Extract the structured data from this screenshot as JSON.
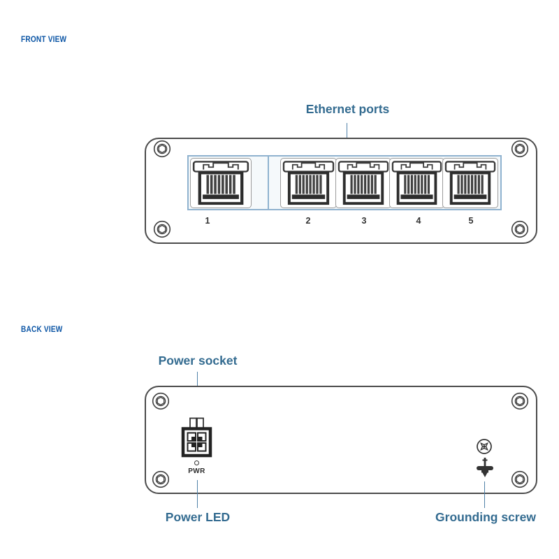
{
  "front": {
    "heading": "FRONT VIEW",
    "callout": "Ethernet ports",
    "ports": [
      {
        "label": "1"
      },
      {
        "label": "2"
      },
      {
        "label": "3"
      },
      {
        "label": "4"
      },
      {
        "label": "5"
      }
    ]
  },
  "back": {
    "heading": "BACK VIEW",
    "power_socket_callout": "Power socket",
    "power_led_callout": "Power LED",
    "grounding_screw_callout": "Grounding screw",
    "pwr_label": "PWR"
  },
  "colors": {
    "heading_blue": "#0b55a5",
    "callout_blue": "#336b90",
    "leader_blue": "#4f81a8",
    "highlight_box_border": "#8fb2cf",
    "device_outline": "#4b4b4b"
  }
}
